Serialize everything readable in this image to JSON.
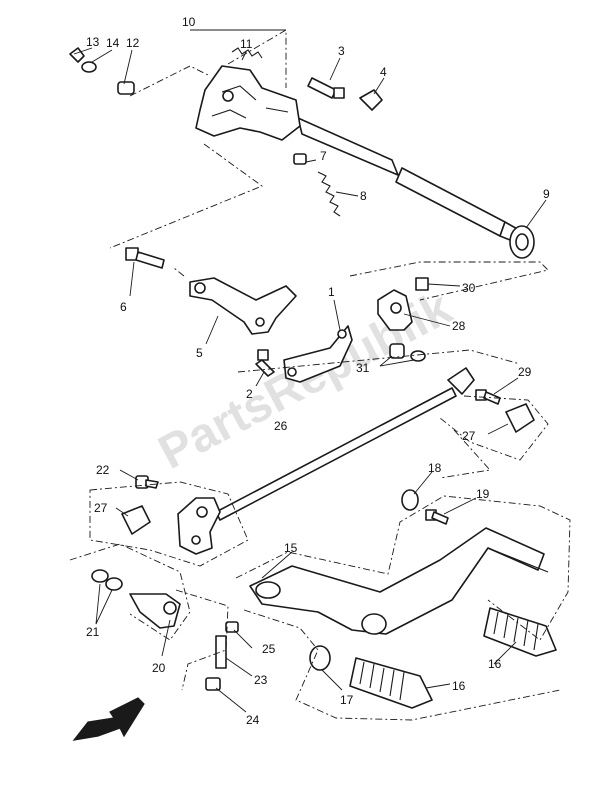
{
  "watermark": "PartsRepublik",
  "callouts": {
    "c1": "1",
    "c2": "2",
    "c3": "3",
    "c4": "4",
    "c5": "5",
    "c6": "6",
    "c7": "7",
    "c8": "8",
    "c9": "9",
    "c10": "10",
    "c11": "11",
    "c12": "12",
    "c13": "13",
    "c14": "14",
    "c15": "15",
    "c16a": "16",
    "c16b": "16",
    "c17": "17",
    "c18": "18",
    "c19": "19",
    "c20": "20",
    "c21": "21",
    "c22": "22",
    "c23": "23",
    "c24": "24",
    "c25": "25",
    "c26": "26",
    "c27a": "27",
    "c27b": "27",
    "c28": "28",
    "c29": "29",
    "c30": "30",
    "c31": "31"
  },
  "colors": {
    "line": "#1a1a1a",
    "background": "#ffffff",
    "watermark": "#c9c9c9"
  },
  "icons": {
    "orientation_arrow": "front-arrow-icon"
  }
}
